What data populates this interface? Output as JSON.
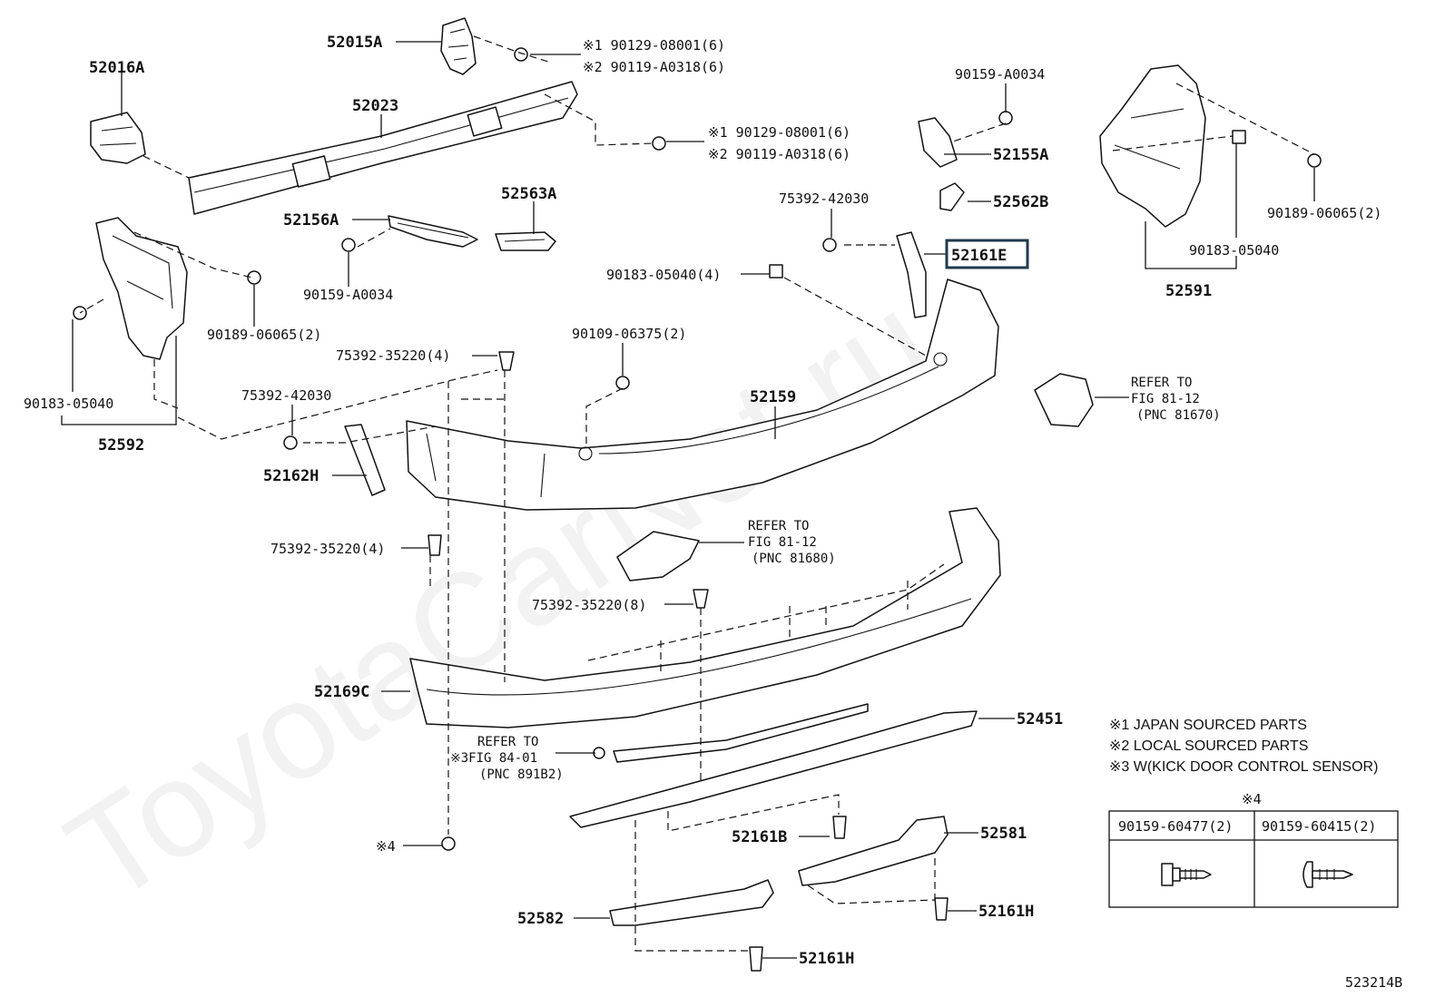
{
  "watermark": "ToyotaCarNet.ru",
  "figure_id": "523214B",
  "highlighted_part": "52161E",
  "labels": {
    "p52015A": "52015A",
    "p52016A": "52016A",
    "p52023": "52023",
    "p52156A": "52156A",
    "p52563A": "52563A",
    "p52155A": "52155A",
    "p52562B": "52562B",
    "p52161E": "52161E",
    "p52591": "52591",
    "p52592": "52592",
    "p52159": "52159",
    "p52162H": "52162H",
    "p52169C": "52169C",
    "p52451": "52451",
    "p52161B": "52161B",
    "p52581": "52581",
    "p52582": "52582",
    "p52161H_a": "52161H",
    "p52161H_b": "52161H"
  },
  "fasteners": {
    "f1a": "※1 90129-08001(6)",
    "f1b": "※2 90119-A0318(6)",
    "f2a": "※1 90129-08001(6)",
    "f2b": "※2 90119-A0318(6)",
    "f3": "90159-A0034",
    "f4": "90159-A0034",
    "f5": "75392-42030",
    "f6": "90183-05040(4)",
    "f7": "90189-06065(2)",
    "f8": "90183-05040",
    "f9": "90189-06065(2)",
    "f10": "90183-05040",
    "f11": "75392-35220(4)",
    "f12": "90109-06375(2)",
    "f13": "75392-42030",
    "f14": "75392-35220(4)",
    "f15": "75392-35220(8)",
    "f16": "※4"
  },
  "refs": {
    "r1": [
      "REFER TO",
      "FIG 81-12",
      "(PNC 81670)"
    ],
    "r2": [
      "REFER TO",
      "FIG 81-12",
      "(PNC 81680)"
    ],
    "r3_l1": "REFER TO",
    "r3_l2": "※3FIG 84-01",
    "r3_l3": "(PNC 891B2)"
  },
  "notes": {
    "n1": "※1 JAPAN SOURCED PARTS",
    "n2": "※2 LOCAL SOURCED PARTS",
    "n3": "※3 W(KICK DOOR CONTROL SENSOR)"
  },
  "table": {
    "title": "※4",
    "col1": "90159-60477(2)",
    "col2": "90159-60415(2)"
  }
}
